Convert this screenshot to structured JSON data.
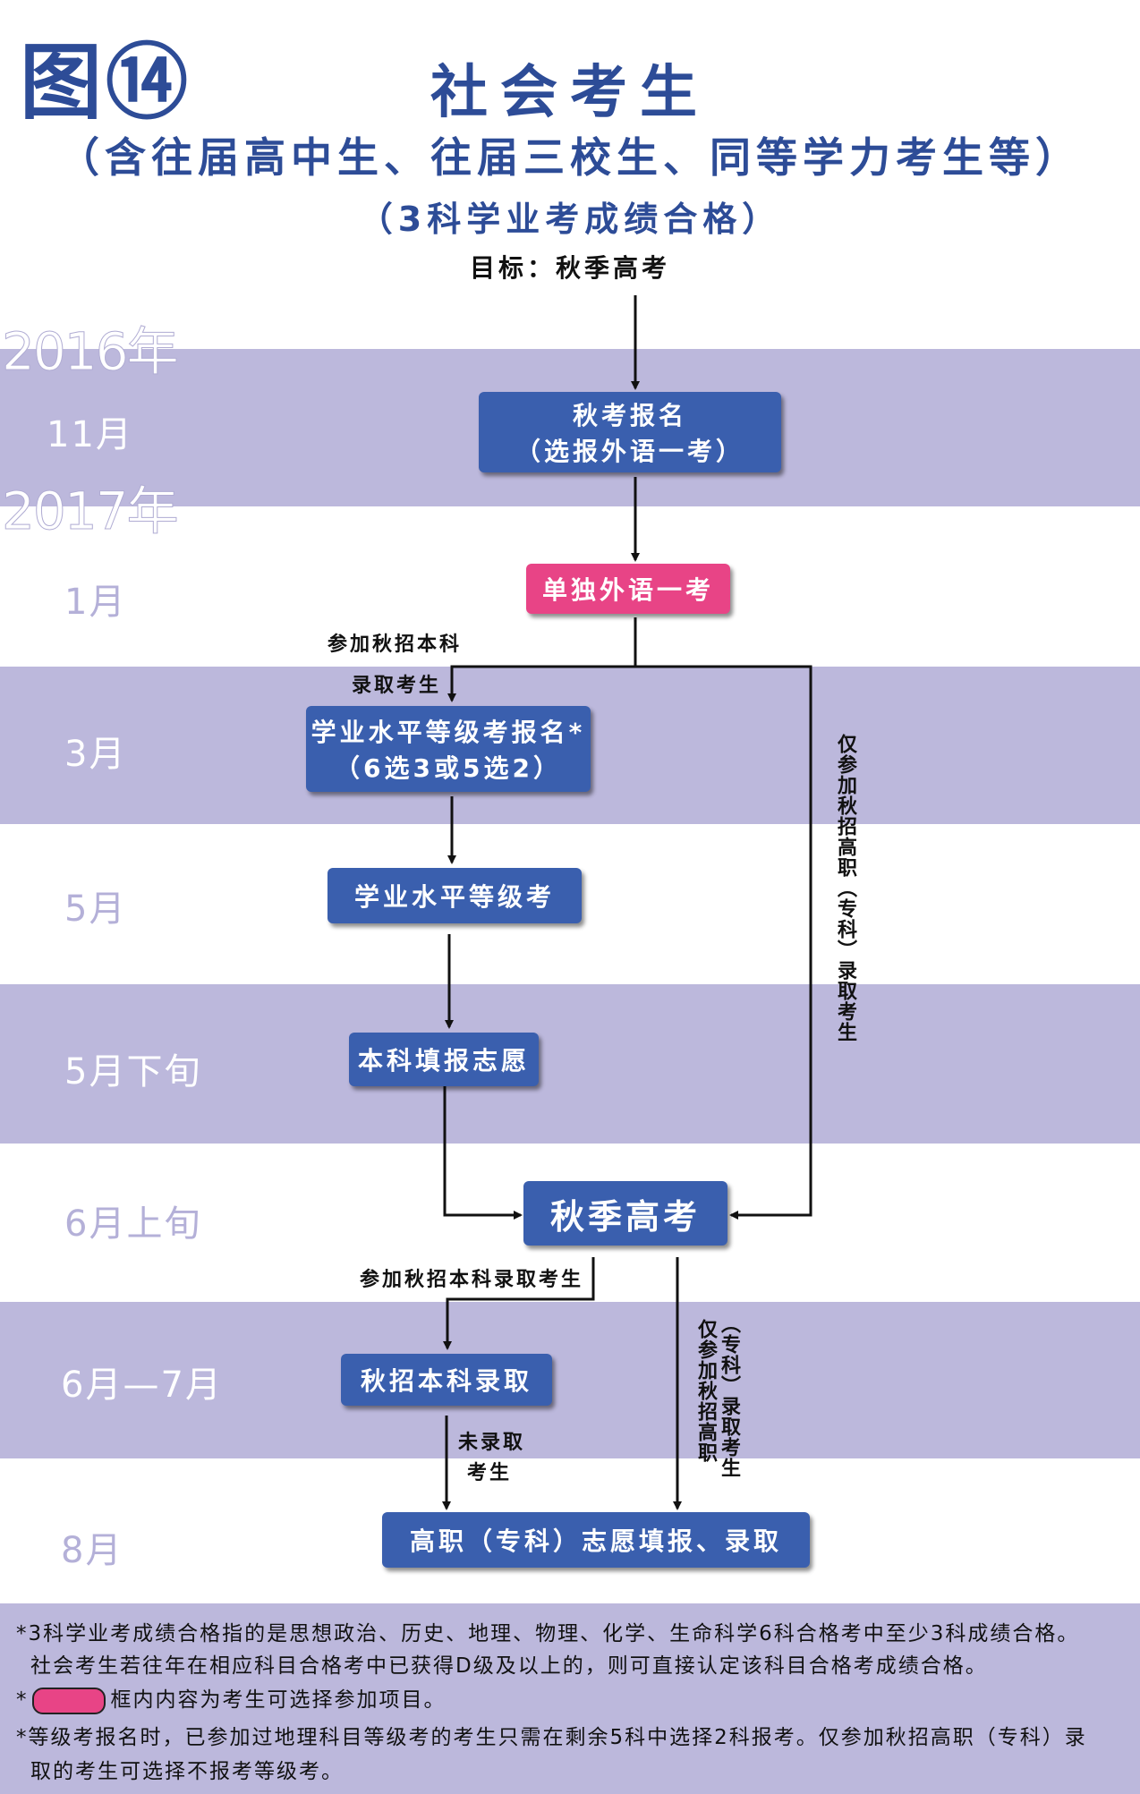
{
  "figure_label": "图⑭",
  "title": "社会考生",
  "subtitle": "（含往届高中生、往届三校生、同等学力考生等）",
  "condition": "（3科学业考成绩合格）",
  "target": "目标：秋季高考",
  "timeline": {
    "year_2016": "2016年",
    "year_2017": "2017年",
    "months": {
      "nov": "11月",
      "jan": "1月",
      "mar": "3月",
      "may": "5月",
      "may_late": "5月下旬",
      "jun_early": "6月上旬",
      "jun_jul": "6月—7月",
      "aug": "8月"
    }
  },
  "boxes": {
    "autumn_registration": [
      "秋考报名",
      "（选报外语一考）"
    ],
    "foreign_language_exam": "单独外语一考",
    "level_exam_registration": [
      "学业水平等级考报名*",
      "（6选3或5选2）"
    ],
    "level_exam": "学业水平等级考",
    "undergrad_application": "本科填报志愿",
    "autumn_exam": "秋季高考",
    "undergrad_admission": "秋招本科录取",
    "vocational_admission": "高职（专科）志愿填报、录取"
  },
  "labels": {
    "undergrad_candidates_1": "参加秋招本科",
    "undergrad_candidates_2": "录取考生",
    "vocational_only_vertical": "仅参加秋招高职（专科）录取考生",
    "undergrad_candidates_full": "参加秋招本科录取考生",
    "not_admitted_1": "未录取",
    "not_admitted_2": "考生",
    "vocational_only_col1": "（专科）录取考生",
    "vocational_only_col2": "仅参加秋招高职"
  },
  "notes": {
    "note1_line1": "*3科学业考成绩合格指的是思想政治、历史、地理、物理、化学、生命科学6科合格考中至少3科成绩合格。",
    "note1_line2": "社会考生若往年在相应科目合格考中已获得D级及以上的，则可直接认定该科目合格考成绩合格。",
    "note2_prefix": "*",
    "note2_text": "框内内容为考生可选择参加项目。",
    "note3_line1": "*等级考报名时，已参加过地理科目等级考的考生只需在剩余5科中选择2科报考。仅参加秋招高职（专科）录",
    "note3_line2": "取的考生可选择不报考等级考。"
  },
  "colors": {
    "title_blue": "#2d4c97",
    "box_blue": "#3a5fae",
    "box_pink": "#e84486",
    "band_lavender": "#bcb8dc"
  }
}
